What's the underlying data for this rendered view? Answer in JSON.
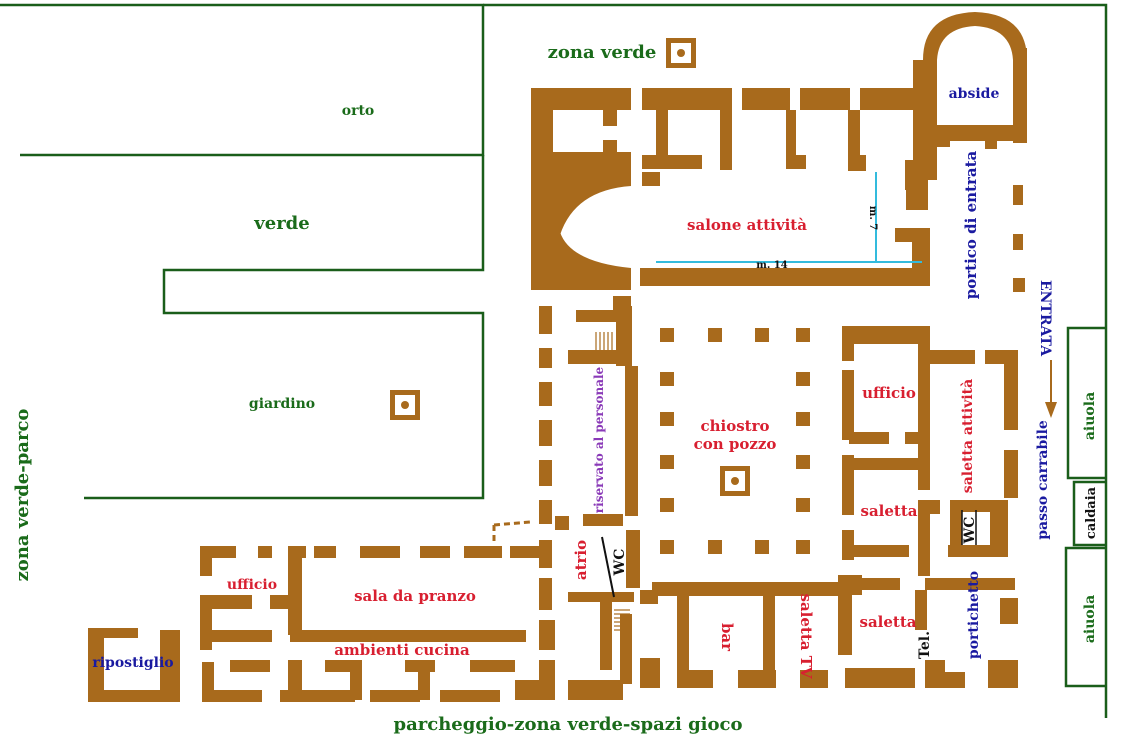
{
  "colors": {
    "wall": "#a86a1c",
    "outline_green": "#1a5e1a",
    "room_red": "#d81f30",
    "room_blue": "#1a1aa0",
    "room_green": "#1a6b1a",
    "room_purple": "#8a3ab8",
    "dimension": "#33bbdd",
    "black": "#111111"
  },
  "labels": {
    "orto": "orto",
    "verde": "verde",
    "giardino": "giardino",
    "zona_verde": "zona verde",
    "zona_verde_parco": "zona verde-parco",
    "parcheggio": "parcheggio-zona verde-spazi gioco",
    "abside": "abside",
    "salone_attivita": "salone attività",
    "portico_di_entrata": "portico di entrata",
    "entrata": "ENTRATA",
    "riservato": "riservato al personale",
    "chiostro_line1": "chiostro",
    "chiostro_line2": "con pozzo",
    "ufficio_right": "ufficio",
    "saletta_attivita": "saletta attività",
    "passo_carrabile": "passo carrabile",
    "aiuola_top": "aiuola",
    "aiuola_bottom": "aiuola",
    "caldaia": "caldaia",
    "saletta_mid": "saletta",
    "wc_right": "WC",
    "wc_left": "WC",
    "atrio": "atrio",
    "bar": "bar",
    "saletta_tv": "saletta TV",
    "saletta_low": "saletta",
    "tel": "Tel.",
    "portichetto": "portichetto",
    "ufficio_left": "ufficio",
    "sala_da_pranzo": "sala da pranzo",
    "ambienti_cucina": "ambienti cucina",
    "ripostiglio": "ripostiglio",
    "dim_14": "m. 14",
    "dim_7": "m. 7"
  }
}
